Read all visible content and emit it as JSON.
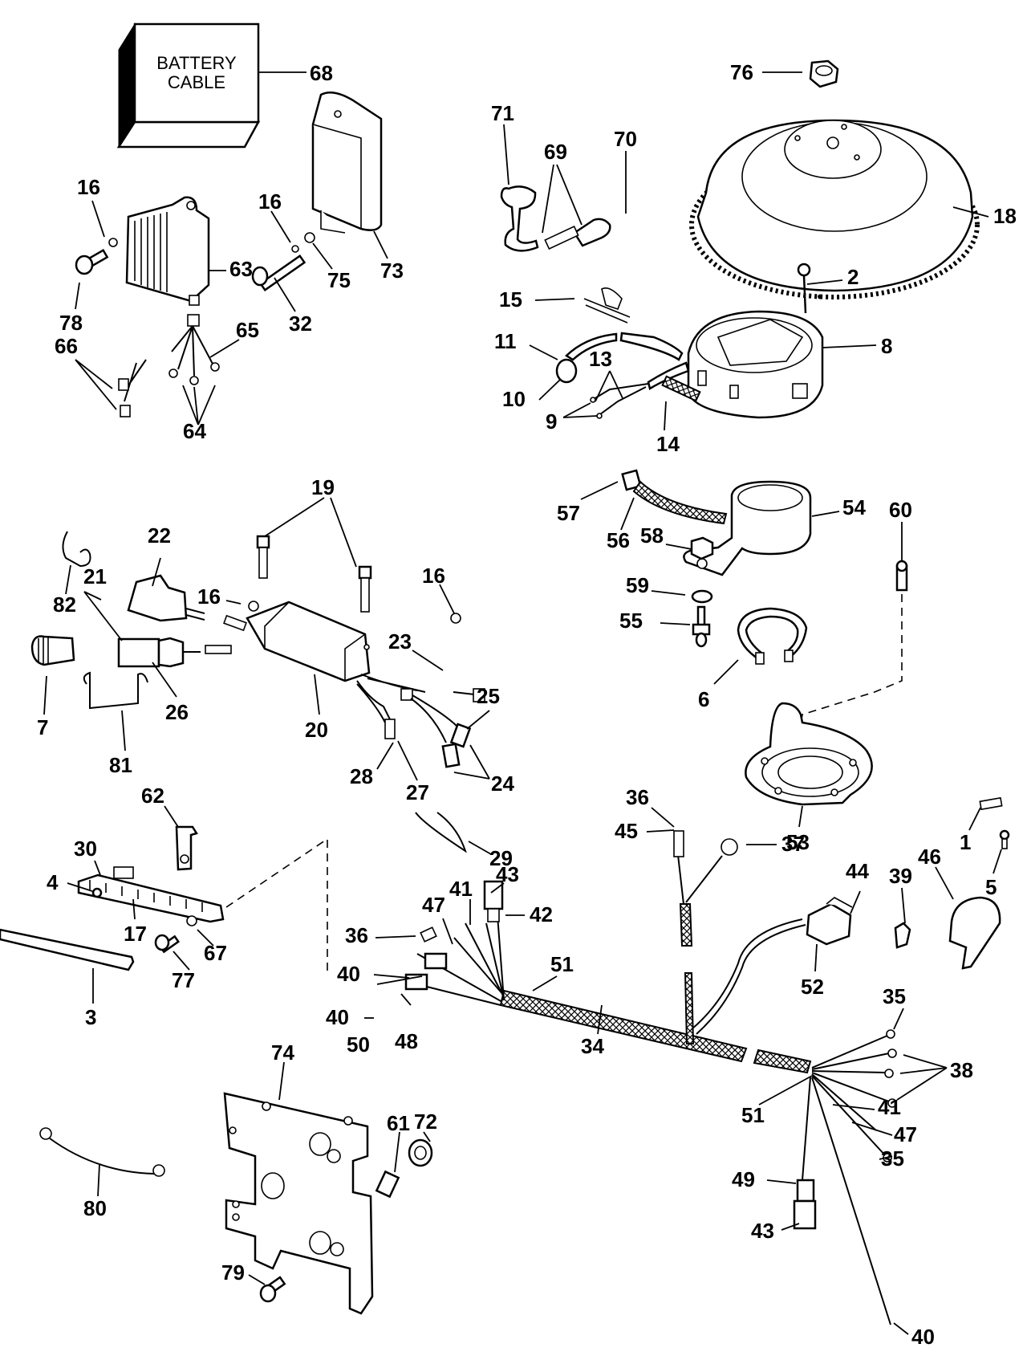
{
  "diagram": {
    "title": "Ignition and Electrical Components — Exploded View",
    "battery_box_text": [
      "BATTERY",
      "CABLE"
    ],
    "colors": {
      "line": "#000000",
      "background": "#ffffff"
    },
    "callouts": {
      "c1": "1",
      "c2": "2",
      "c3": "3",
      "c4": "4",
      "c5": "5",
      "c6": "6",
      "c7": "7",
      "c8": "8",
      "c9": "9",
      "c10": "10",
      "c11": "11",
      "c13": "13",
      "c14": "14",
      "c15": "15",
      "c16a": "16",
      "c16b": "16",
      "c16c": "16",
      "c16d": "16",
      "c17": "17",
      "c18": "18",
      "c19": "19",
      "c20": "20",
      "c21": "21",
      "c22": "22",
      "c23": "23",
      "c24": "24",
      "c25": "25",
      "c26": "26",
      "c27": "27",
      "c28": "28",
      "c29": "29",
      "c30": "30",
      "c32": "32",
      "c34": "34",
      "c35a": "35",
      "c35b": "35",
      "c36a": "36",
      "c36b": "36",
      "c37": "37",
      "c38": "38",
      "c39": "39",
      "c40a": "40",
      "c40b": "40",
      "c40c": "40",
      "c41a": "41",
      "c41b": "41",
      "c42": "42",
      "c43a": "43",
      "c43b": "43",
      "c44": "44",
      "c45": "45",
      "c46": "46",
      "c47a": "47",
      "c47b": "47",
      "c48": "48",
      "c49": "49",
      "c50": "50",
      "c51a": "51",
      "c51b": "51",
      "c52": "52",
      "c53": "53",
      "c54": "54",
      "c55": "55",
      "c56": "56",
      "c57": "57",
      "c58": "58",
      "c59": "59",
      "c60": "60",
      "c61": "61",
      "c62": "62",
      "c63": "63",
      "c64": "64",
      "c65": "65",
      "c66": "66",
      "c67": "67",
      "c68": "68",
      "c69": "69",
      "c70": "70",
      "c71": "71",
      "c72": "72",
      "c73": "73",
      "c74": "74",
      "c75": "75",
      "c76": "76",
      "c77": "77",
      "c78": "78",
      "c79": "79",
      "c80": "80",
      "c81": "81",
      "c82": "82"
    }
  }
}
